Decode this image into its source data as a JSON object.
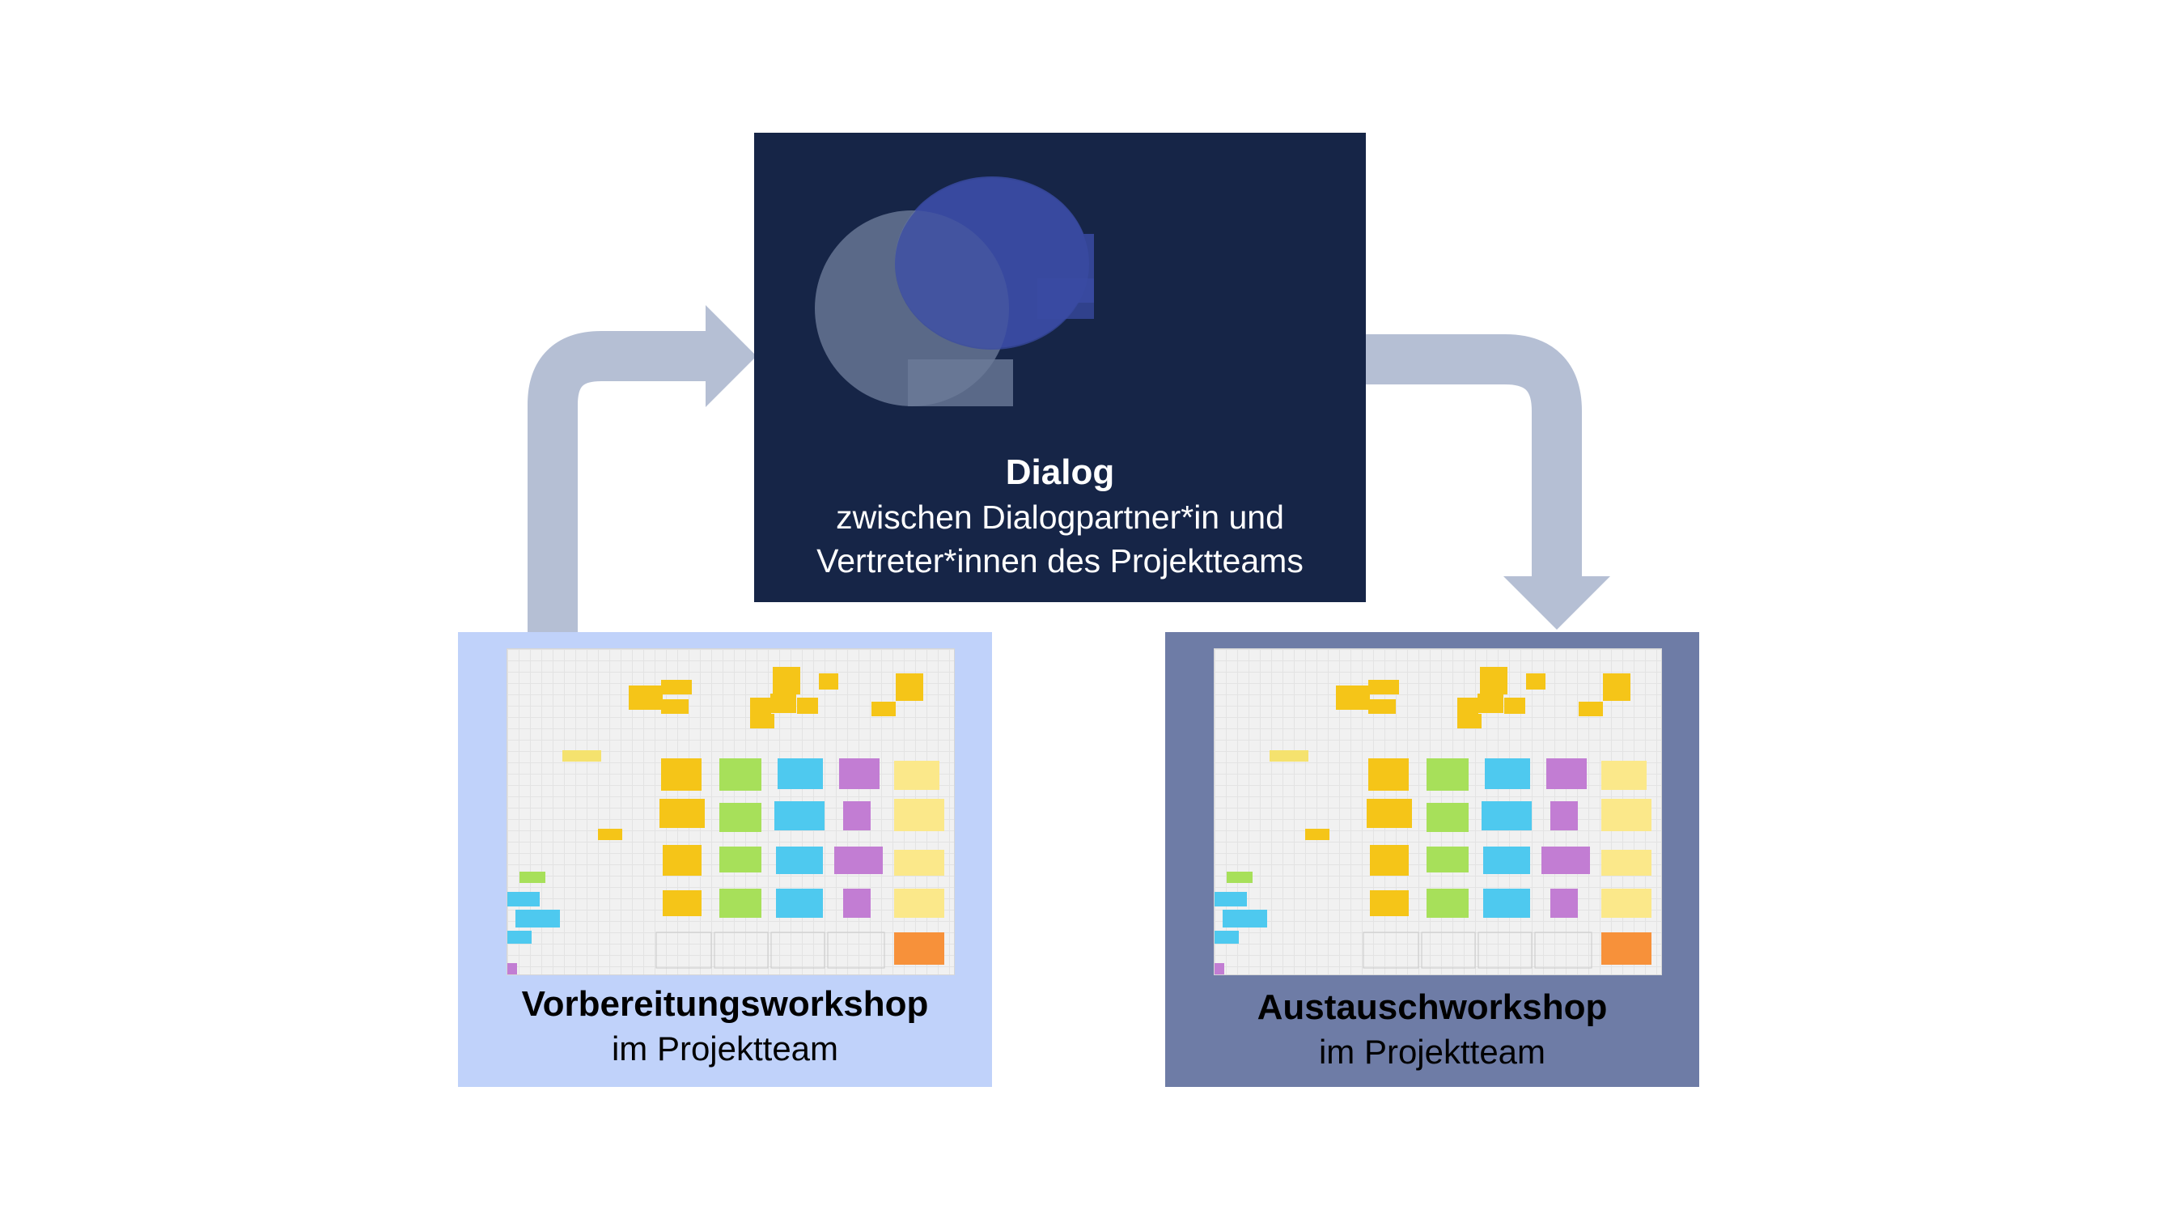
{
  "colors": {
    "dialog_bg": "#162547",
    "prep_bg": "#c0d2fa",
    "exchange_bg": "#6e7ca6",
    "arrow": "#b5bfd4",
    "bubble_gray": "#56647f",
    "bubble_blue": "#3a4ba3"
  },
  "dialog": {
    "title": "Dialog",
    "line1": "zwischen Dialogpartner*in und",
    "line2": "Vertreter*innen des Projektteams"
  },
  "prep": {
    "title": "Vorbereitungsworkshop",
    "subtitle": "im Projektteam",
    "board_icon": "whiteboard-screenshot"
  },
  "exchange": {
    "title": "Austauschworkshop",
    "subtitle": "im Projektteam",
    "board_icon": "whiteboard-screenshot"
  },
  "icons": {
    "dialog": "speech-bubbles-icon",
    "flow_left": "arrow-up-right-icon",
    "flow_right": "arrow-right-down-icon"
  }
}
